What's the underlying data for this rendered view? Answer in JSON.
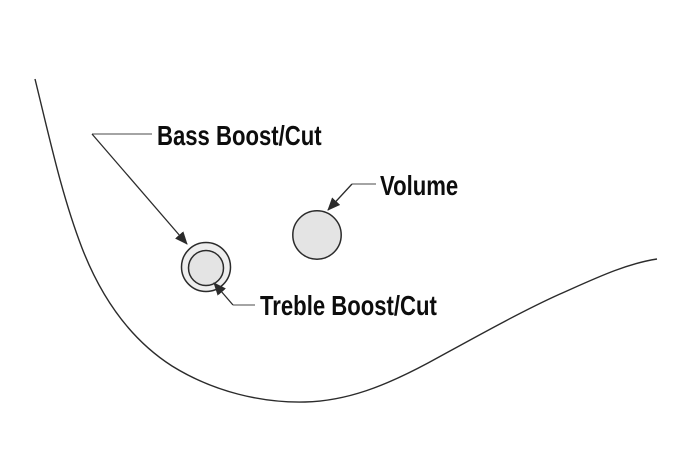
{
  "figure": {
    "type": "instrument-control-layout-diagram",
    "labels": {
      "bass": "Bass Boost/Cut",
      "volume": "Volume",
      "treble": "Treble Boost/Cut"
    },
    "knobs": [
      {
        "id": "stacked-eq-knob",
        "style": "concentric",
        "controls": [
          "Bass Boost/Cut",
          "Treble Boost/Cut"
        ]
      },
      {
        "id": "volume-knob",
        "style": "single",
        "controls": [
          "Volume"
        ]
      }
    ],
    "colors": {
      "background": "#ffffff",
      "outline": "#2b2b2b",
      "leader": "#4a4a4a",
      "knob_fill": "#e4e4e4",
      "knob_ring_fill": "#eeeeee",
      "label_text": "#0d0d0d"
    }
  }
}
